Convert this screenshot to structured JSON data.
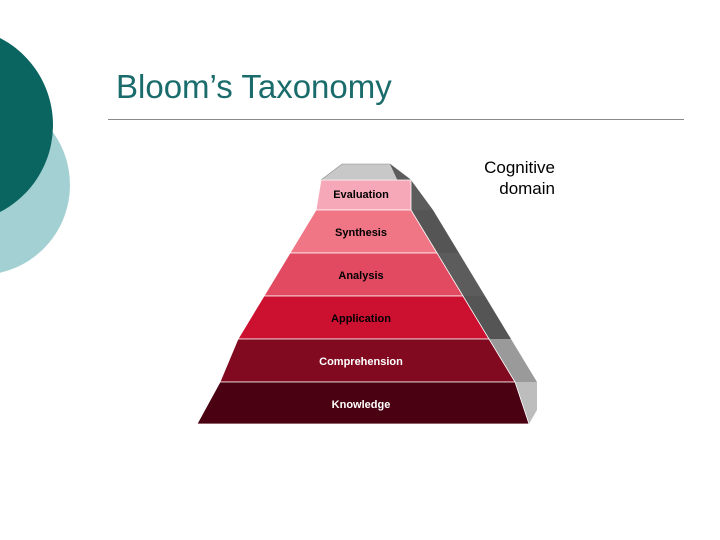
{
  "slide": {
    "title": "Bloom’s Taxonomy",
    "domain_label_line1": "Cognitive",
    "domain_label_line2": "domain"
  },
  "pyramid": {
    "layers_top_to_bottom": [
      {
        "label": "Evaluation",
        "color": "#f7a8b8",
        "text_color": "#000000"
      },
      {
        "label": "Synthesis",
        "color": "#f07585",
        "text_color": "#000000"
      },
      {
        "label": "Analysis",
        "color": "#e24a62",
        "text_color": "#000000"
      },
      {
        "label": "Application",
        "color": "#cc1030",
        "text_color": "#000000"
      },
      {
        "label": "Comprehension",
        "color": "#820a20",
        "text_color": "#ffffff"
      },
      {
        "label": "Knowledge",
        "color": "#4a0212",
        "text_color": "#ffffff"
      }
    ],
    "cap_color": "#c8c8c8",
    "side_color": "#5c5c5c"
  },
  "theme": {
    "accent_teal": "#0a6460",
    "light_teal": "#a3d0d2",
    "title_color": "#1a6b6b"
  }
}
